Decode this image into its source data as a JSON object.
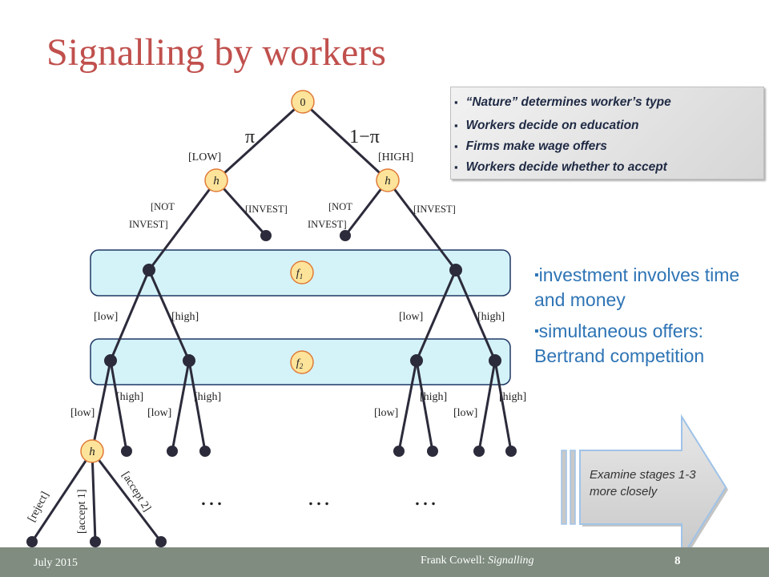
{
  "title": "Signalling by workers",
  "bullets": [
    "“Nature” determines worker’s type",
    "Workers decide on education",
    "Firms make wage offers",
    "Workers decide whether to accept"
  ],
  "side_points": [
    "investment involves time and money",
    "simultaneous offers: Bertrand competition"
  ],
  "arrow_text": "Examine stages 1-3 more closely",
  "tree": {
    "root": "0",
    "prob_left": "π",
    "prob_right": "1−π",
    "type_low": "[LOW]",
    "type_high": "[HIGH]",
    "worker": "h",
    "not_invest_1": "[NOT",
    "not_invest_2": "INVEST]",
    "invest": "[INVEST]",
    "firm1": "f",
    "firm1_sub": "1",
    "firm2": "f",
    "firm2_sub": "2",
    "low": "[low]",
    "high": "[high]",
    "reject": "[reject]",
    "accept1": "[accept 1]",
    "accept2": "[accept 2]",
    "ellipsis": "…"
  },
  "footer": {
    "date": "July 2015",
    "author": "Frank Cowell: ",
    "topic": "Signalling",
    "page": "8"
  },
  "colors": {
    "title": "#c0504d",
    "node_fill": "#fde49a",
    "node_stroke": "#e07b39",
    "band_fill": "#d4f3f8",
    "band_stroke": "#1f3864",
    "side_text": "#2e74b5",
    "footer_bg": "#7f8c7f",
    "edge": "#2b2b3b"
  }
}
